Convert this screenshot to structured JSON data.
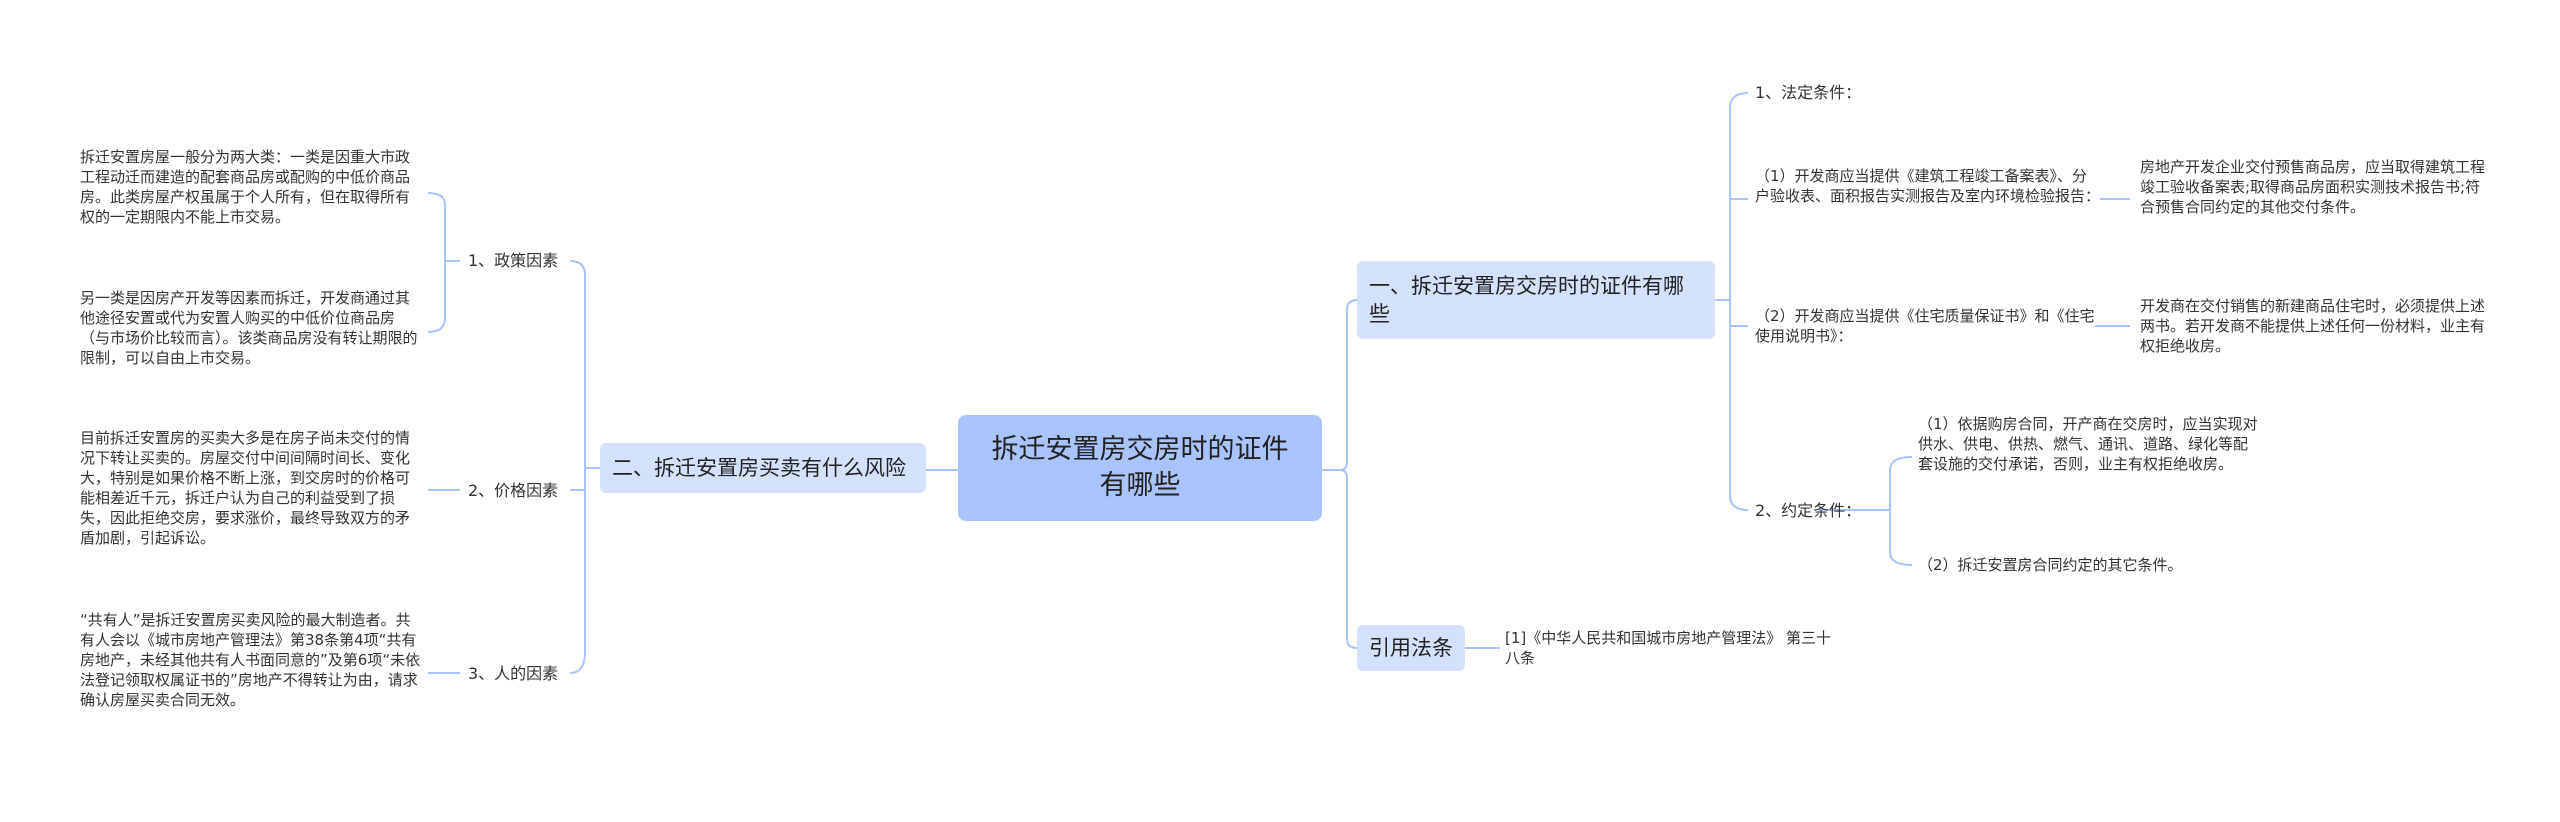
{
  "root": {
    "title": "拆迁安置房交房时的证件有哪些"
  },
  "left": {
    "title": "二、拆迁安置房买卖有什么风险",
    "items": [
      {
        "label": "1、政策因素",
        "texts": [
          "拆迁安置房屋一般分为两大类：一类是因重大市政工程动迁而建造的配套商品房或配购的中低价商品房。此类房屋产权虽属于个人所有，但在取得所有权的一定期限内不能上市交易。",
          "另一类是因房产开发等因素而拆迁，开发商通过其他途径安置或代为安置人购买的中低价位商品房（与市场价比较而言）。该类商品房没有转让期限的限制，可以自由上市交易。"
        ]
      },
      {
        "label": "2、价格因素",
        "texts": [
          "目前拆迁安置房的买卖大多是在房子尚未交付的情况下转让买卖的。房屋交付中间间隔时间长、变化大，特别是如果价格不断上涨，到交房时的价格可能相差近千元，拆迁户认为自己的利益受到了损失，因此拒绝交房，要求涨价，最终导致双方的矛盾加剧，引起诉讼。"
        ]
      },
      {
        "label": "3、人的因素",
        "texts": [
          "“共有人”是拆迁安置房买卖风险的最大制造者。共有人会以《城市房地产管理法》第38条第4项“共有房地产，未经其他共有人书面同意的”及第6项“未依法登记领取权属证书的”房地产不得转让为由，请求确认房屋买卖合同无效。"
        ]
      }
    ]
  },
  "right": {
    "certs": {
      "title": "一、拆迁安置房交房时的证件有哪些",
      "legal": {
        "label": "1、法定条件：",
        "items": [
          {
            "text": "（1）开发商应当提供《建筑工程竣工备案表》、分户验收表、面积报告实测报告及室内环境检验报告：",
            "detail": "房地产开发企业交付预售商品房，应当取得建筑工程竣工验收备案表;取得商品房面积实测技术报告书;符合预售合同约定的其他交付条件。"
          },
          {
            "text": "（2）开发商应当提供《住宅质量保证书》和《住宅使用说明书》：",
            "detail": "开发商在交付销售的新建商品住宅时，必须提供上述两书。若开发商不能提供上述任何一份材料，业主有权拒绝收房。"
          }
        ]
      },
      "agreed": {
        "label": "2、约定条件：",
        "items": [
          "（1）依据购房合同，开产商在交房时，应当实现对供水、供电、供热、燃气、通讯、道路、绿化等配套设施的交付承诺，否则，业主有权拒绝收房。",
          "（2）拆迁安置房合同约定的其它条件。"
        ]
      }
    },
    "law": {
      "title": "引用法条",
      "text": "[1]《中华人民共和国城市房地产管理法》 第三十八条"
    }
  },
  "colors": {
    "root_bg": "#a9c3fb",
    "branch_bg": "#d3e1fd",
    "line": "#a9c3fb"
  }
}
